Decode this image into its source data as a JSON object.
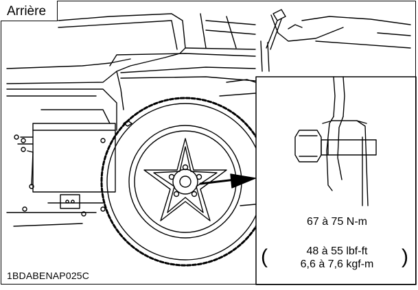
{
  "diagram": {
    "title": "Arrière",
    "reference_code": "1BDABENAP025C",
    "torque_nm": "67 à 75 N-m",
    "torque_lbf": "48 à 55 lbf-ft",
    "torque_kgf": "6,6 à 7,6 kgf-m",
    "paren_open": "(",
    "paren_close": ")"
  }
}
